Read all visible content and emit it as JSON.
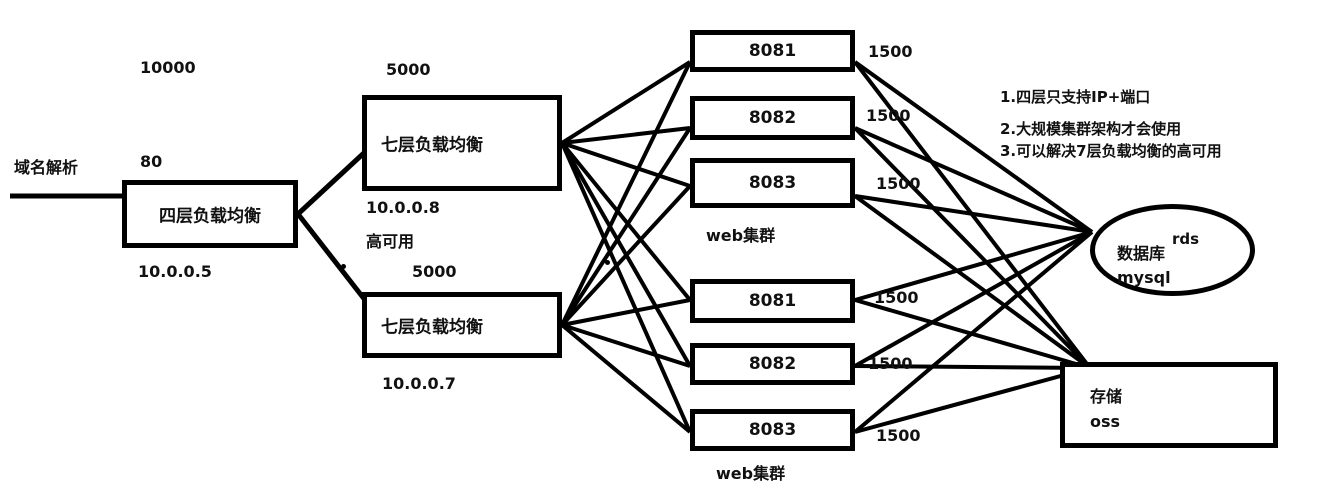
{
  "diagram": {
    "entry": {
      "label": "域名解析",
      "capacity": "10000"
    },
    "l4": {
      "title": "四层负载均衡",
      "port": "80",
      "ip": "10.0.0.5"
    },
    "l7_nodes": [
      {
        "title": "七层负载均衡",
        "capacity": "5000",
        "ip": "10.0.0.8",
        "ha": "高可用"
      },
      {
        "title": "七层负载均衡",
        "capacity": "5000",
        "ip": "10.0.0.7",
        "ha": ""
      }
    ],
    "web_clusters": [
      {
        "caption": "web集群",
        "nodes": [
          {
            "port": "8081",
            "capacity": "1500"
          },
          {
            "port": "8082",
            "capacity": "1500"
          },
          {
            "port": "8083",
            "capacity": "1500"
          }
        ]
      },
      {
        "caption": "web集群",
        "nodes": [
          {
            "port": "8081",
            "capacity": "1500"
          },
          {
            "port": "8082",
            "capacity": "1500"
          },
          {
            "port": "8083",
            "capacity": "1500"
          }
        ]
      }
    ],
    "database": {
      "label": "数据库",
      "product": "rds",
      "engine": "mysql"
    },
    "storage": {
      "label": "存储",
      "product": "oss"
    },
    "notes": [
      "1.四层只支持IP+端口",
      "2.大规模集群架构才会使用",
      "3.可以解决7层负载均衡的高可用"
    ]
  }
}
